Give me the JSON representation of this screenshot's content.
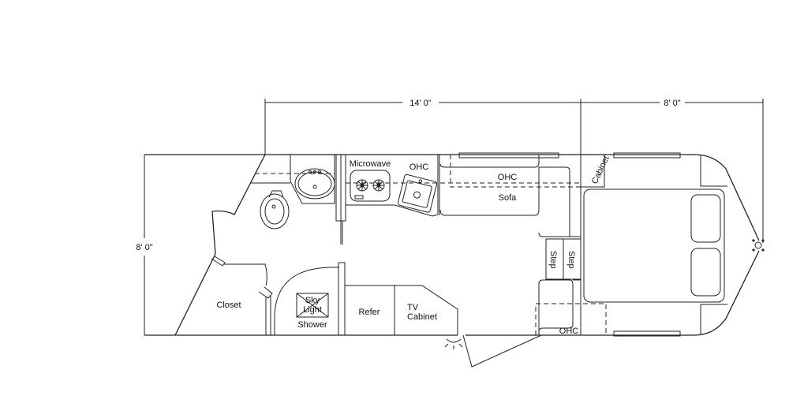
{
  "dimensions": {
    "overall_length_rear": "14' 0\"",
    "overall_length_front": "8' 0\"",
    "width": "8' 0\""
  },
  "labels": {
    "microwave": "Microwave",
    "ohc_kitchen": "OHC",
    "ohc_sofa": "OHC",
    "sofa": "Sofa",
    "cabinet": "Cabinet",
    "step_1": "Step",
    "step_2": "Step",
    "ohc_dinette": "OHC",
    "closet": "Closet",
    "sky": "Sky",
    "light": "Light",
    "shower": "Shower",
    "refer": "Refer",
    "tv": "TV",
    "tv_cabinet": "Cabinet"
  },
  "colors": {
    "line": "#222222",
    "background": "#ffffff"
  }
}
